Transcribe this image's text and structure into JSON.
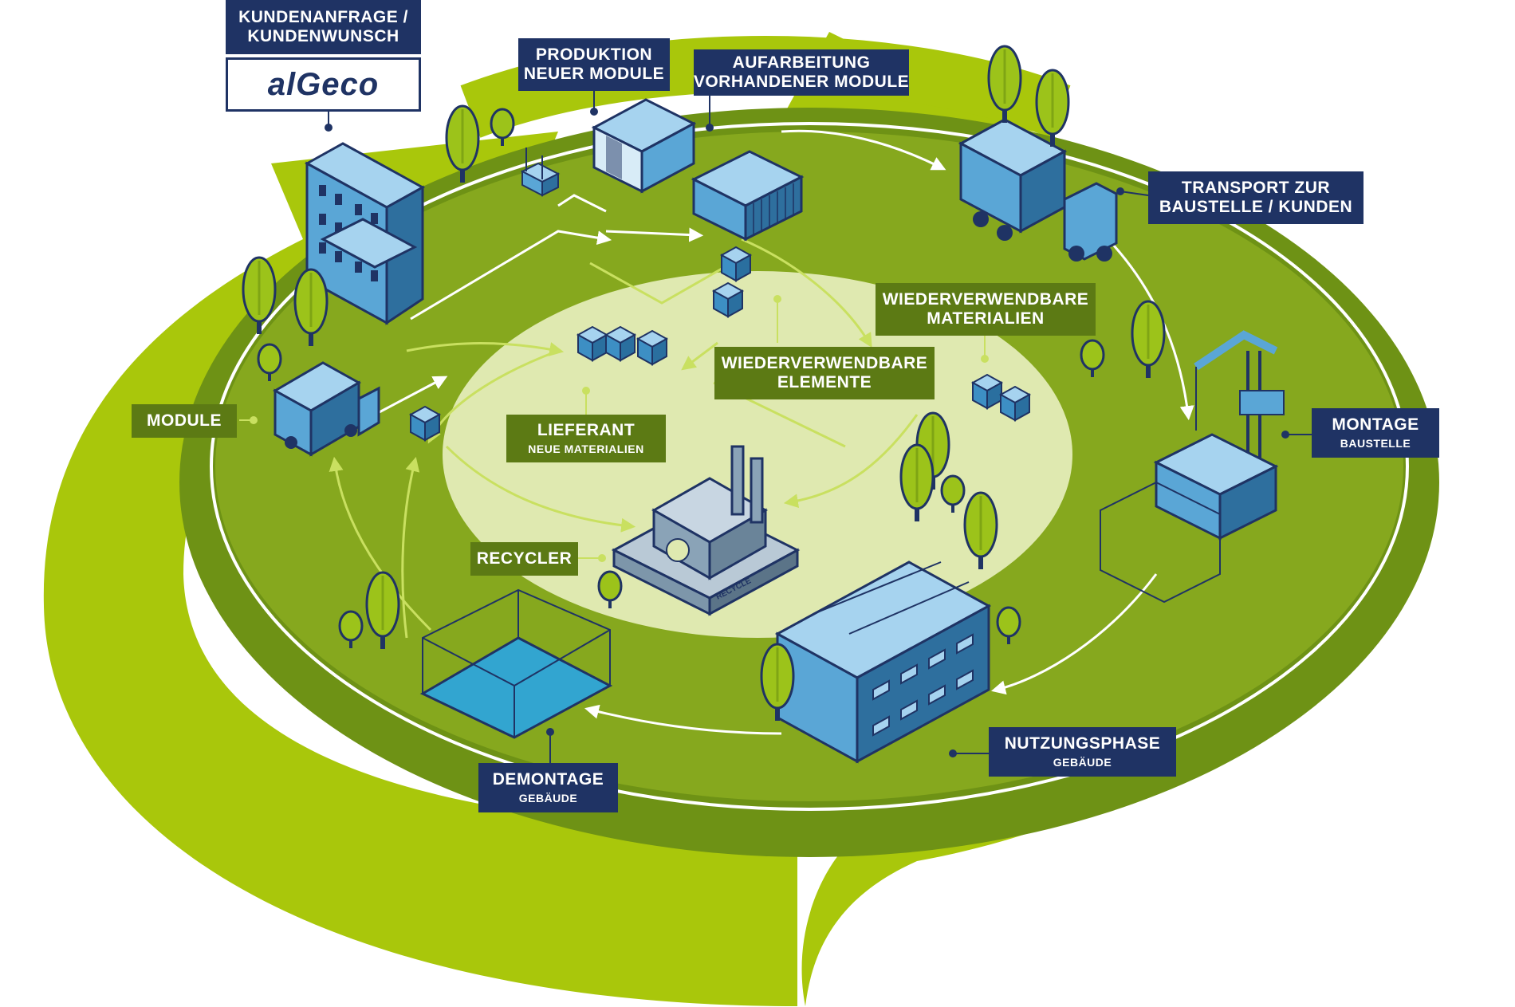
{
  "labels": {
    "kundenanfrage": {
      "line1": "KUNDENANFRAGE /",
      "line2": "KUNDENWUNSCH"
    },
    "logo": "alGeco",
    "produktion": {
      "line1": "PRODUKTION",
      "line2": "NEUER MODULE"
    },
    "aufarbeitung": {
      "line1": "AUFARBEITUNG",
      "line2": "VORHANDENER MODULE"
    },
    "transport": {
      "line1": "TRANSPORT ZUR",
      "line2": "BAUSTELLE / KUNDEN"
    },
    "wiederverwendbare_materialien": {
      "line1": "WIEDERVERWENDBARE",
      "line2": "MATERIALIEN"
    },
    "wiederverwendbare_elemente": {
      "line1": "WIEDERVERWENDBARE",
      "line2": "ELEMENTE"
    },
    "module": {
      "line1": "MODULE"
    },
    "lieferant": {
      "line1": "LIEFERANT",
      "sub": "NEUE MATERIALIEN"
    },
    "montage": {
      "line1": "MONTAGE",
      "sub": "BAUSTELLE"
    },
    "recycler": {
      "line1": "RECYCLER"
    },
    "nutzungsphase": {
      "line1": "NUTZUNGSPHASE",
      "sub": "GEBÄUDE"
    },
    "demontage": {
      "line1": "DEMONTAGE",
      "sub": "GEBÄUDE"
    },
    "factory_sign": "RECYCLE"
  },
  "colors": {
    "outer_ring": "#a9c70b",
    "mid_field": "#6e9215",
    "inner_field": "#86a81e",
    "center_field": "#dfe9b0",
    "navy": "#1f3364",
    "olive": "#5c7a14",
    "building_blue": "#5aa6d6",
    "building_dark": "#2e6f9e",
    "tree": "#9cc31a",
    "white_path": "#ffffff"
  }
}
